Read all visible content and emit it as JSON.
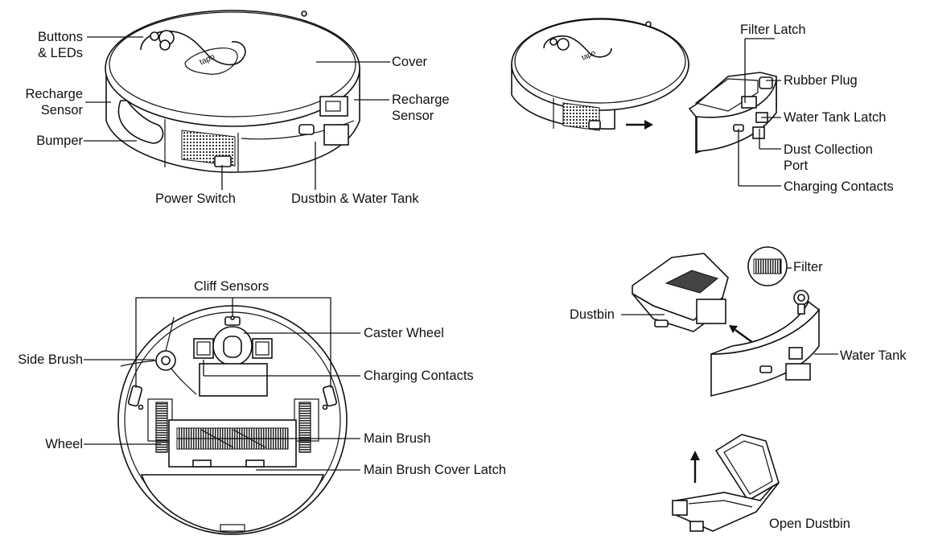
{
  "labels": {
    "buttons_leds": "Buttons\n& LEDs",
    "recharge_sensor_left": "Recharge\nSensor",
    "bumper": "Bumper",
    "cover": "Cover",
    "recharge_sensor_right": "Recharge\nSensor",
    "power_switch": "Power Switch",
    "dustbin_water_tank": "Dustbin & Water Tank",
    "filter_latch": "Filter Latch",
    "rubber_plug": "Rubber Plug",
    "water_tank_latch": "Water Tank Latch",
    "dust_collection_port": "Dust Collection\nPort",
    "charging_contacts_top": "Charging Contacts",
    "cliff_sensors": "Cliff Sensors",
    "caster_wheel": "Caster Wheel",
    "side_brush": "Side Brush",
    "charging_contacts_bottom": "Charging Contacts",
    "wheel": "Wheel",
    "main_brush": "Main Brush",
    "main_brush_cover_latch": "Main Brush Cover Latch",
    "filter": "Filter",
    "dustbin": "Dustbin",
    "water_tank": "Water Tank",
    "open_dustbin": "Open Dustbin"
  },
  "logo_text": "tapo",
  "icons": [
    "arrow-right-icon",
    "arrow-up-left-icon",
    "arrow-up-icon"
  ]
}
